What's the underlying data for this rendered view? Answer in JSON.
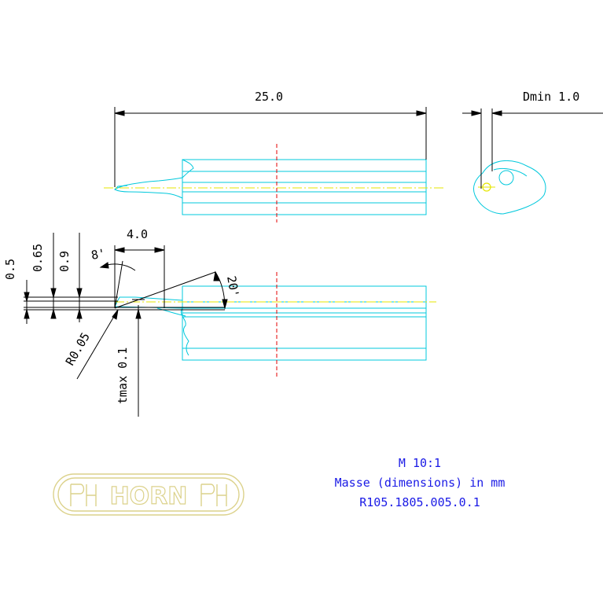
{
  "dimensions": {
    "length": "25.0",
    "dmin": "Dmin 1.0",
    "tip_length": "4.0",
    "height_05": "0.5",
    "height_065": "0.65",
    "height_09": "0.9",
    "angle_8": "8'",
    "angle_20": "20'",
    "radius": "R0.05",
    "tmax": "tmax 0.1"
  },
  "notes": {
    "scale": "M 10:1",
    "units": "Masse (dimensions) in mm",
    "part_number": "R105.1805.005.0.1"
  },
  "logo": {
    "text": "HORN"
  },
  "colors": {
    "outline": "#00c8dc",
    "centerline": "#e6e600",
    "section_line": "#e60000",
    "dimension": "#000000",
    "note": "#1a1ae6",
    "logo": "#dcd28c"
  }
}
